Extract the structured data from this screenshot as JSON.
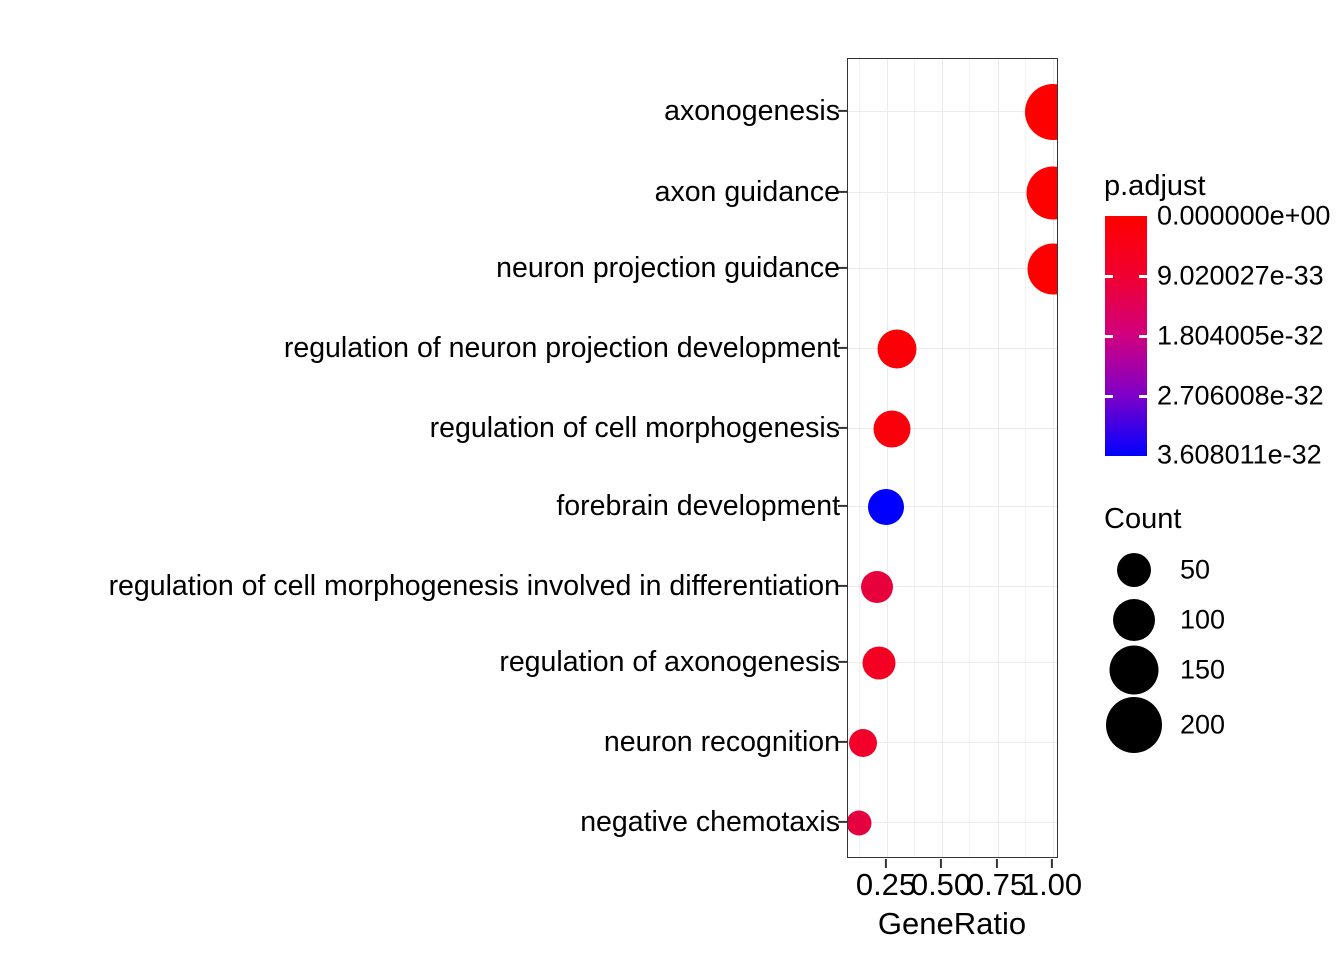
{
  "chart_data": {
    "type": "scatter",
    "title": "",
    "xlabel": "GeneRatio",
    "ylabel": "",
    "xlim": [
      0.125,
      1.055
    ],
    "xticks": [
      0.25,
      0.5,
      0.75,
      1.0
    ],
    "xticklabels": [
      "0.25",
      "0.50",
      "0.75",
      "1.00"
    ],
    "grid": true,
    "legend_position": "right",
    "categories": [
      "axonogenesis",
      "axon guidance",
      "neuron projection guidance",
      "regulation of neuron projection development",
      "regulation of cell morphogenesis",
      "forebrain development",
      "regulation of cell morphogenesis involved in differentiation",
      "regulation of axonogenesis",
      "neuron recognition",
      "negative chemotaxis"
    ],
    "points": [
      {
        "label": "axonogenesis",
        "gene_ratio": 1.0,
        "count": 205,
        "p_adjust": 0.0,
        "color": "#FF0000"
      },
      {
        "label": "axon guidance",
        "gene_ratio": 1.0,
        "count": 181,
        "p_adjust": 0.0,
        "color": "#FF0000"
      },
      {
        "label": "neuron projection guidance",
        "gene_ratio": 1.0,
        "count": 172,
        "p_adjust": 0.0,
        "color": "#FF0000"
      },
      {
        "label": "regulation of neuron projection development",
        "gene_ratio": 0.295,
        "count": 110,
        "p_adjust": 1e-34,
        "color": "#FC0008"
      },
      {
        "label": "regulation of cell morphogenesis",
        "gene_ratio": 0.272,
        "count": 100,
        "p_adjust": 1.2e-34,
        "color": "#FB000A"
      },
      {
        "label": "forebrain development",
        "gene_ratio": 0.245,
        "count": 96,
        "p_adjust": 3.608011e-32,
        "color": "#0000FF"
      },
      {
        "label": "regulation of cell morphogenesis involved in differentiation",
        "gene_ratio": 0.203,
        "count": 78,
        "p_adjust": 3.2e-33,
        "color": "#E8003C"
      },
      {
        "label": "regulation of axonogenesis",
        "gene_ratio": 0.213,
        "count": 82,
        "p_adjust": 8e-34,
        "color": "#F40022"
      },
      {
        "label": "neuron recognition",
        "gene_ratio": 0.141,
        "count": 62,
        "p_adjust": 1.2e-33,
        "color": "#F2002A"
      },
      {
        "label": "negative chemotaxis",
        "gene_ratio": 0.123,
        "count": 52,
        "p_adjust": 3.5e-33,
        "color": "#E50040"
      }
    ]
  },
  "legends": {
    "color": {
      "title": "p.adjust",
      "labels": [
        "0.000000e+00",
        "9.020027e-33",
        "1.804005e-32",
        "2.706008e-32",
        "3.608011e-32"
      ],
      "top_color": "#FF0000",
      "bottom_color": "#0000FF"
    },
    "size": {
      "title": "Count",
      "labels": [
        "50",
        "100",
        "150",
        "200"
      ],
      "diameters": [
        34,
        42,
        49,
        56
      ],
      "color": "#000000"
    }
  }
}
